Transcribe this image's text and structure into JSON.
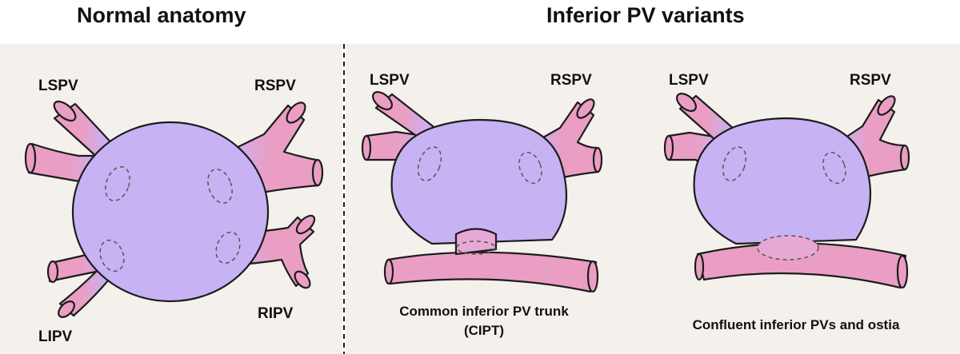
{
  "headings": {
    "normal": "Normal anatomy",
    "variants": "Inferior PV variants"
  },
  "panels": {
    "normal": {
      "lspv": "LSPV",
      "rspv": "RSPV",
      "lipv": "LIPV",
      "ripv": "RIPV"
    },
    "cipt": {
      "lspv": "LSPV",
      "rspv": "RSPV",
      "caption_line1": "Common inferior PV trunk",
      "caption_line2": "(CIPT)"
    },
    "confluent": {
      "lspv": "LSPV",
      "rspv": "RSPV",
      "caption": "Confluent inferior PVs and ostia"
    }
  },
  "colors": {
    "atrium": "#c7b2f4",
    "vein_pink": "#ea9ec4",
    "outline": "#1c1c1c",
    "panel_bg": "#f4f1ec"
  }
}
